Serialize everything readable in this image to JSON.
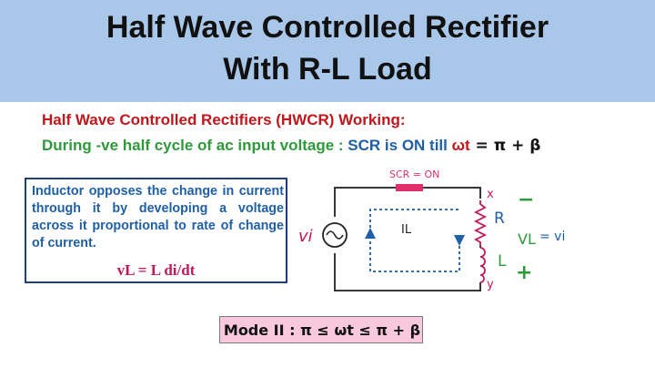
{
  "header": {
    "title_line1": "Half Wave Controlled Rectifier",
    "title_line2": "With R-L Load"
  },
  "working_heading": "Half Wave Controlled Rectifiers (HWCR) Working:",
  "condition": {
    "lead": "During -ve half cycle of ac input voltage :",
    "scr_is": " SCR is ",
    "on_till": "ON till ",
    "omega_t": "ωt",
    "equals_value": " = π + β"
  },
  "info": {
    "text": "Inductor opposes the change in current through it  by developing a voltage across it proportional to rate of change of current.",
    "formula": "vL = L di/dt"
  },
  "mode": {
    "label": "Mode II : π ≤ ωt ≤ π + β"
  },
  "circuit": {
    "scr_label": "SCR = ON",
    "source_label": "vi",
    "current_label": "IL",
    "resistor_label": "R",
    "inductor_label": "L",
    "top_node": "x",
    "bottom_node": "y",
    "minus_sign": "−",
    "plus_sign": "+",
    "vl_label": "VL",
    "vl_equals": "= vi",
    "colors": {
      "wire": "#222222",
      "scr": "#e0306a",
      "handwriting": "#1f5fa6",
      "polarity": "#2e9a3a",
      "resistor": "#c2185b"
    }
  }
}
